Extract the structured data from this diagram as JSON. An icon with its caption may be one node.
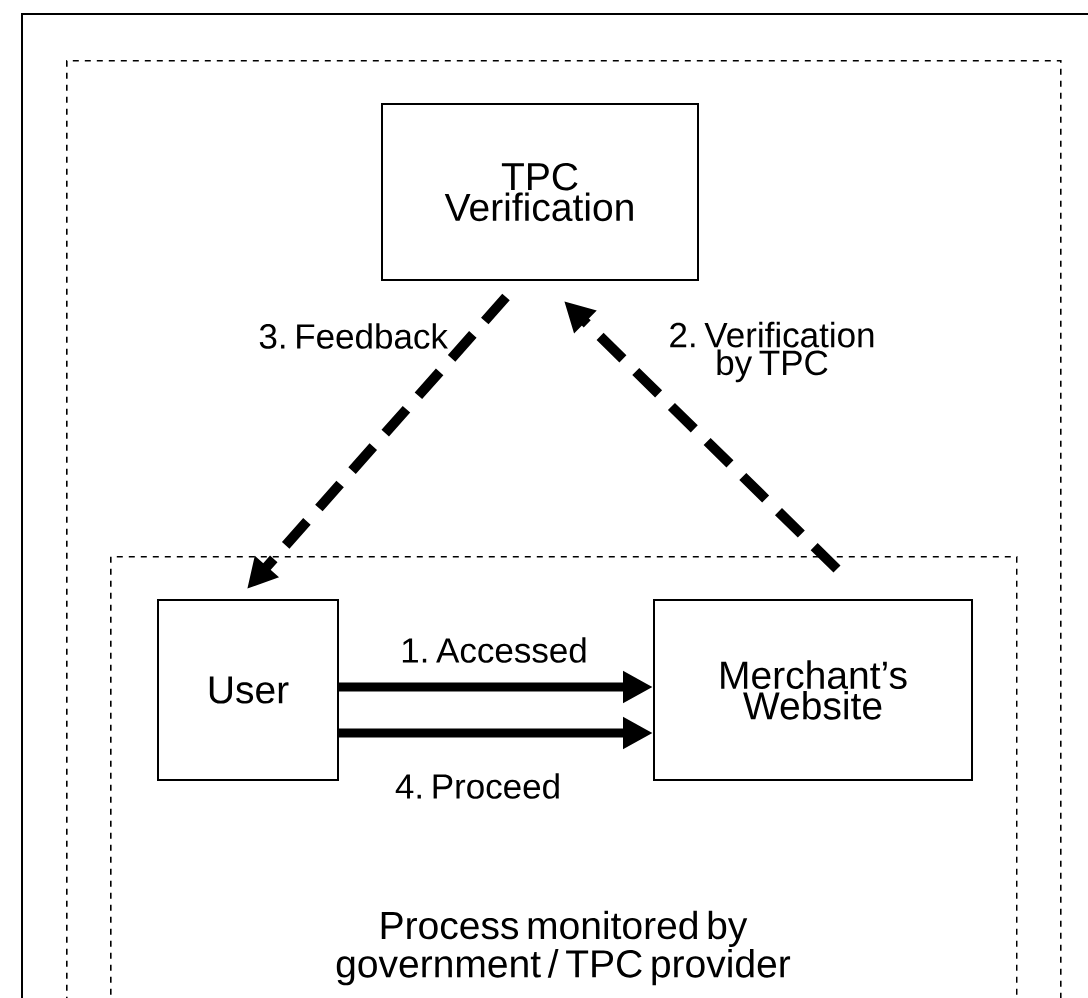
{
  "diagram": {
    "nodes": [
      {
        "text": [],
        "shape": "box"
      },
      {
        "text": [
          "TPC Verification"
        ],
        "in": 0
      },
      {
        "text": [
          "Process monitored by government / TPC provider"
        ],
        "in": 0
      },
      {
        "text": [
          "User"
        ],
        "in": 2
      },
      {
        "text": [
          "Merchant’s Website"
        ],
        "in": 2
      }
    ],
    "edges": [
      {
        "from": 1,
        "to": 3,
        "arrow": "to",
        "label": "3. Feedback",
        "style": "dashed"
      },
      {
        "from": 4,
        "to": 1,
        "arrow": "to",
        "label": "2. Verification by TPC",
        "style": "dashed"
      },
      {
        "from": 3,
        "to": 4,
        "arrow": "to",
        "label": "1. Accessed"
      },
      {
        "from": 3,
        "to": 4,
        "arrow": "to",
        "label": "4. Proceed"
      }
    ]
  }
}
